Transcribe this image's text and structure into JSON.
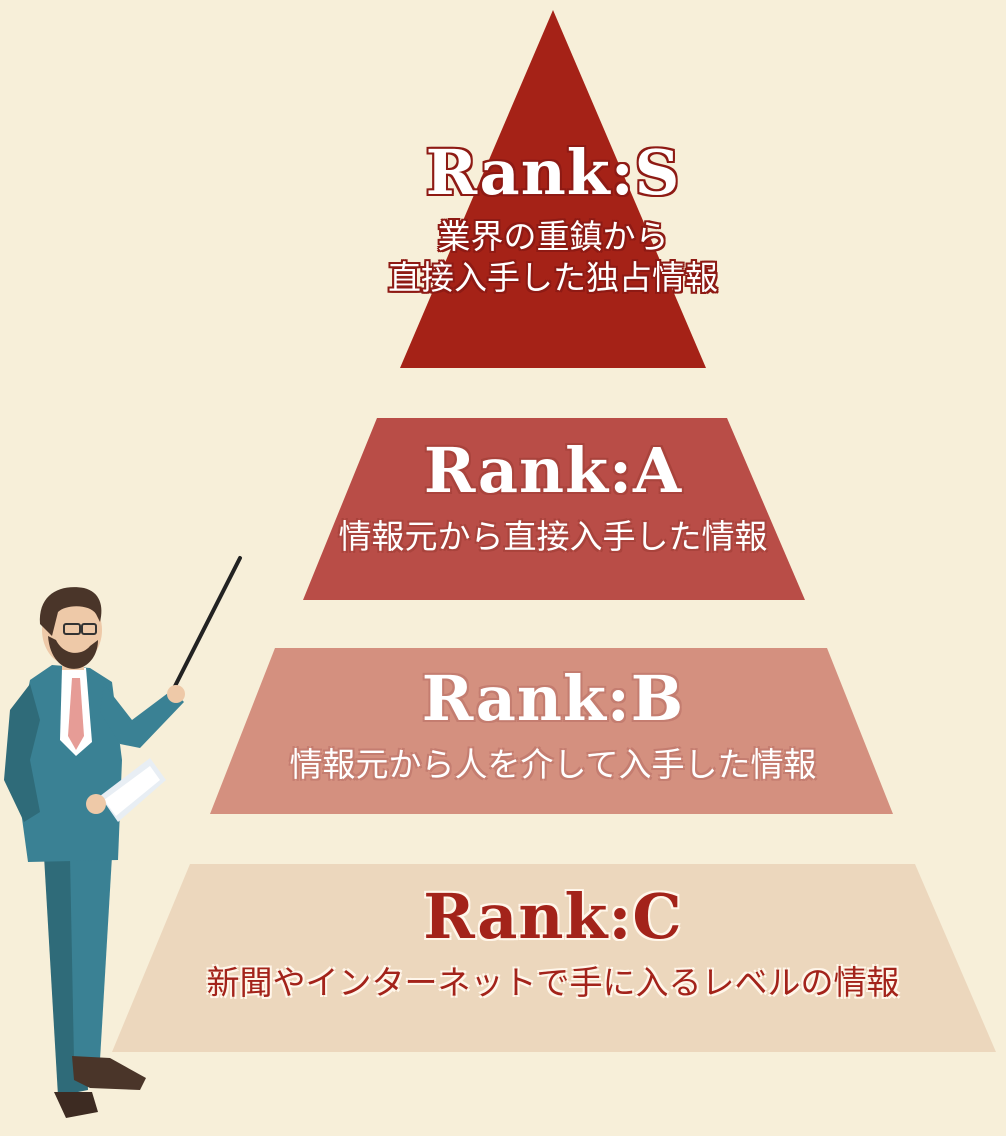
{
  "tiers": [
    {
      "rank": "Rank:S",
      "desc_lines": [
        "業界の重鎮から",
        "直接入手した独占情報"
      ],
      "color": "#a52217"
    },
    {
      "rank": "Rank:A",
      "desc_lines": [
        "情報元から直接入手した情報"
      ],
      "color": "#b94d47"
    },
    {
      "rank": "Rank:B",
      "desc_lines": [
        "情報元から人を介して入手した情報"
      ],
      "color": "#d4907f"
    },
    {
      "rank": "Rank:C",
      "desc_lines": [
        "新聞やインターネットで手に入るレベルの情報"
      ],
      "color": "#ecd7bd"
    }
  ],
  "colors": {
    "background": "#f7efd9",
    "rank_c_text": "#a3231a"
  },
  "illustration": {
    "name": "presenter-with-pointer"
  }
}
